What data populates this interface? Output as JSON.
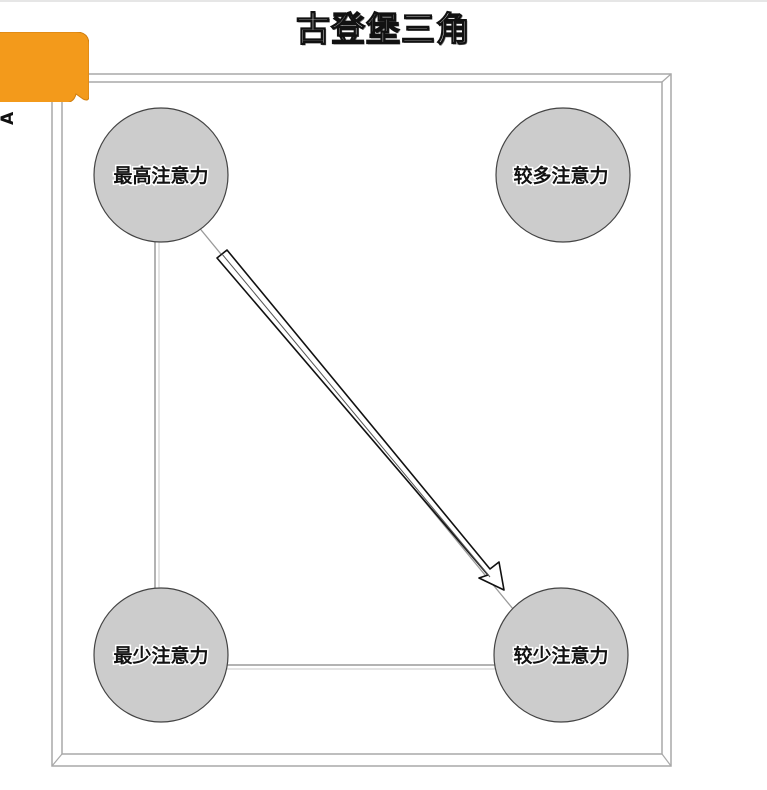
{
  "title": "古登堡三角",
  "side_mark": "A",
  "colors": {
    "node_fill": "#cccccc",
    "node_stroke": "#555555",
    "frame_stroke": "#9a9a9a",
    "arrow_fill": "#ffffff",
    "arrow_stroke": "#111111",
    "bubble_fill": "#f39a1b"
  },
  "nodes": [
    {
      "id": "top-left",
      "label": "最高注意力"
    },
    {
      "id": "top-right",
      "label": "较多注意力"
    },
    {
      "id": "bottom-left",
      "label": "最少注意力"
    },
    {
      "id": "bottom-right",
      "label": "较少注意力"
    }
  ],
  "connections": [
    {
      "from": "top-left",
      "to": "bottom-left"
    },
    {
      "from": "bottom-left",
      "to": "bottom-right"
    },
    {
      "from": "top-left",
      "to": "bottom-right"
    }
  ],
  "arrow": {
    "from": "top-left",
    "to": "bottom-right"
  }
}
